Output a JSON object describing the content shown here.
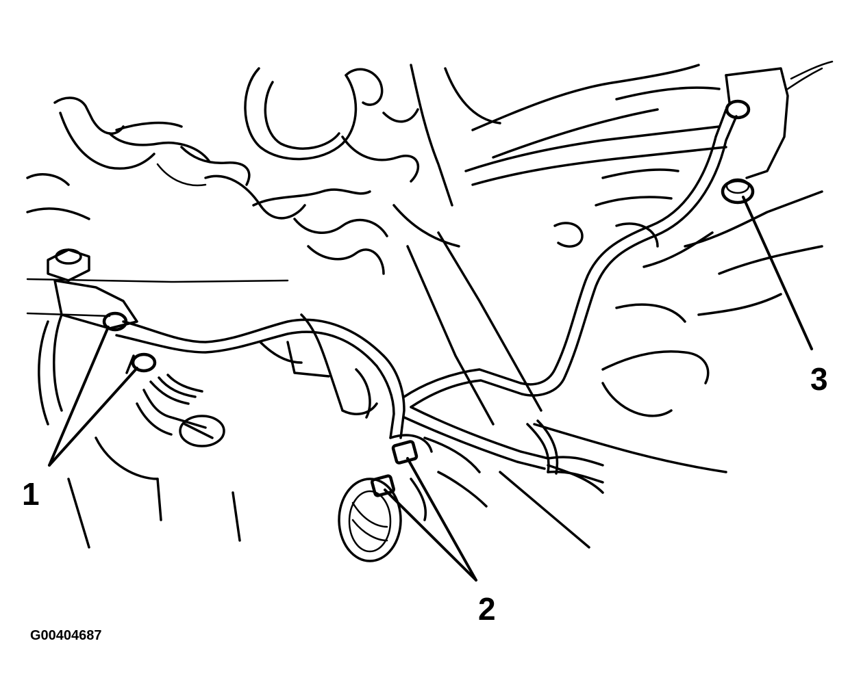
{
  "callouts": [
    {
      "label": "1"
    },
    {
      "label": "2"
    },
    {
      "label": "3"
    }
  ],
  "figure_code": "G00404687"
}
